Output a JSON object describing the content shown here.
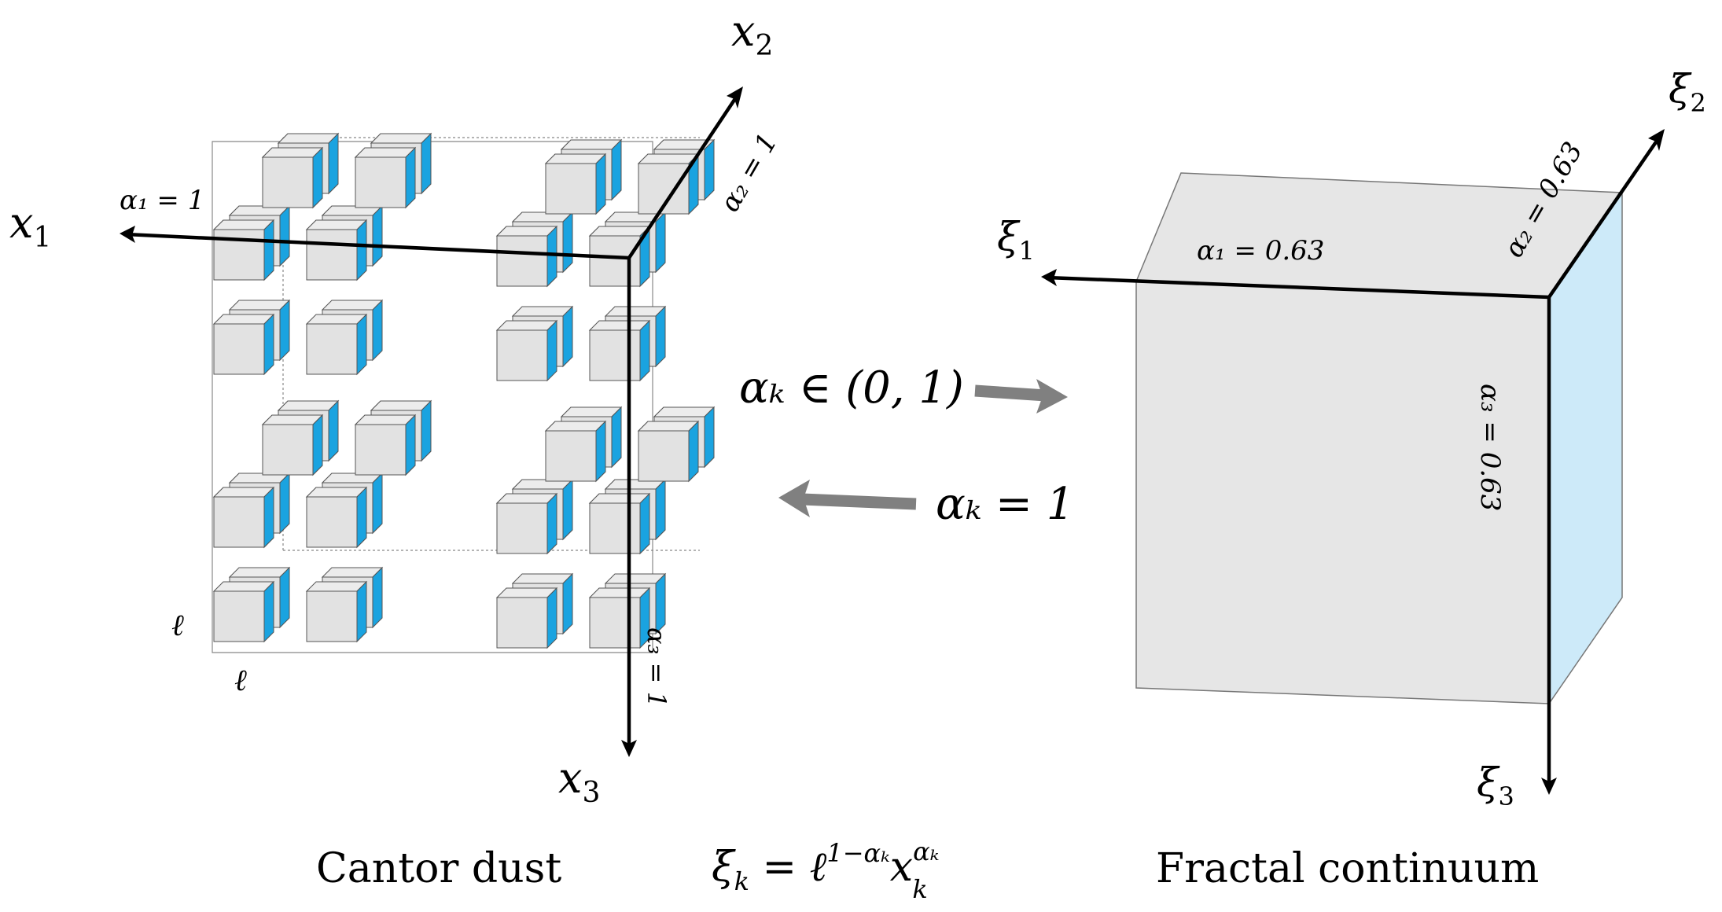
{
  "colors": {
    "cube_face": "#e2e2e2",
    "cube_side": "#1aa3e0",
    "cube_edge": "#555555",
    "continuum_front": "#e6e6e6",
    "continuum_side": "#cdeaf9",
    "axis": "#000000",
    "transition_arrow": "#808080",
    "frame": "#888888"
  },
  "left": {
    "axes": {
      "x1": "x",
      "x1_sub": "1",
      "x2": "x",
      "x2_sub": "2",
      "x3": "x",
      "x3_sub": "3"
    },
    "exponents": {
      "a1": "α₁ = 1",
      "a2": "α₂ = 1",
      "a3": "α₃ = 1"
    },
    "ell_vertical": "ℓ",
    "ell_horizontal": "ℓ",
    "caption": "Cantor dust"
  },
  "right": {
    "axes": {
      "xi1": "ξ",
      "xi1_sub": "1",
      "xi2": "ξ",
      "xi2_sub": "2",
      "xi3": "ξ",
      "xi3_sub": "3"
    },
    "exponents": {
      "a1": "α₁ = 0.63",
      "a2": "α₂ = 0.63",
      "a3": "α₃ = 0.63"
    },
    "caption": "Fractal continuum"
  },
  "middle": {
    "forward_label": "αₖ ∈ (0, 1)",
    "backward_label": "αₖ = 1",
    "formula": {
      "lhs": "ξ",
      "lhs_sub": "k",
      "eq": " = ℓ",
      "ell_sup": "1−αₖ",
      "x": "x",
      "x_sup": "αₖ",
      "x_sub": "k"
    }
  }
}
